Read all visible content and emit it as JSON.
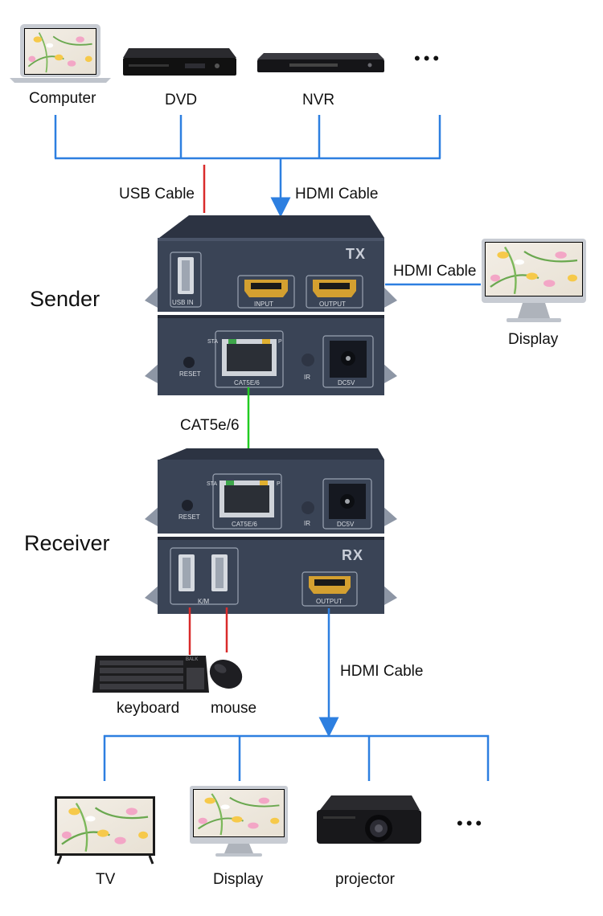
{
  "sources": {
    "computer": "Computer",
    "dvd": "DVD",
    "nvr": "NVR",
    "more": "•••"
  },
  "cables": {
    "usb": "USB Cable",
    "hdmi_in": "HDMI Cable",
    "hdmi_loop": "HDMI Cable",
    "cat": "CAT5e/6",
    "hdmi_out": "HDMI Cable"
  },
  "sender": {
    "title": "Sender",
    "badge": "TX",
    "port_usb": "USB IN",
    "port_input": "INPUT",
    "port_output": "OUTPUT",
    "reset": "RESET",
    "sta": "STA",
    "p": "P",
    "cat_port": "CAT5E/6",
    "ir": "IR",
    "power": "DC5V"
  },
  "loop_display": "Display",
  "receiver": {
    "title": "Receiver",
    "badge": "RX",
    "reset": "RESET",
    "sta": "STA",
    "p": "P",
    "cat_port": "CAT5E/6",
    "ir": "IR",
    "power": "DC5V",
    "port_km": "K/M",
    "port_output": "OUTPUT"
  },
  "peripherals": {
    "keyboard": "keyboard",
    "mouse": "mouse",
    "keyboard_brand": "BALK"
  },
  "outputs": {
    "tv": "TV",
    "display": "Display",
    "projector": "projector",
    "more": "•••"
  },
  "colors": {
    "hdmi_line": "#2d7fe0",
    "usb_line": "#d92b2b",
    "cat_line": "#22cc22",
    "device_body": "#3a4456",
    "device_dark": "#2a3140"
  }
}
